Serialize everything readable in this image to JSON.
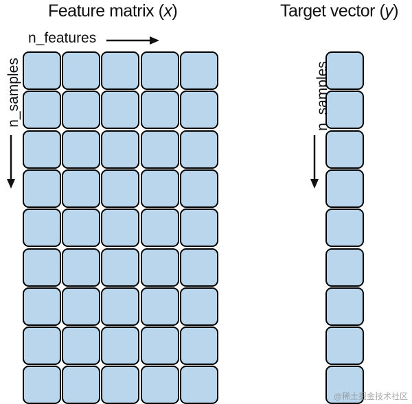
{
  "feature_matrix": {
    "title": "Feature matrix (",
    "title_var": "x",
    "title_close": ")",
    "features_label": "n_features",
    "samples_label": "n_samples",
    "rows": 9,
    "cols": 5
  },
  "target_vector": {
    "title": "Target vector (",
    "title_var": "y",
    "title_close": ")",
    "samples_label": "n_samples",
    "rows": 9
  },
  "colors": {
    "cell_fill": "#b9d6ec",
    "cell_border": "#000000"
  },
  "watermark": "@稀土掘金技术社区"
}
